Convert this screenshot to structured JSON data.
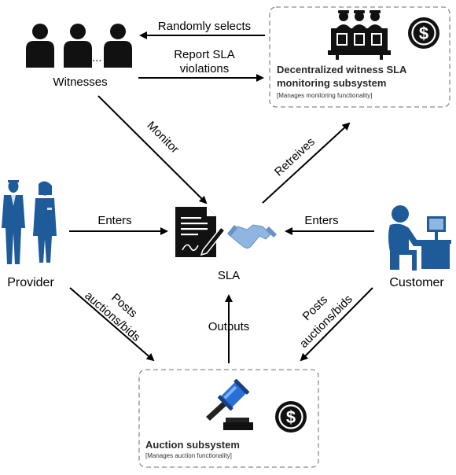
{
  "nodes": {
    "witnesses": "Witnesses",
    "witness_ellipsis": "...",
    "provider": "Provider",
    "customer": "Customer",
    "sla": "SLA"
  },
  "witness_subsystem": {
    "title_line1": "Decentralized witness SLA",
    "title_line2": "monitoring subsystem",
    "subtitle": "[Manages monitoring functionality]"
  },
  "auction_subsystem": {
    "title": "Auction subsystem",
    "subtitle": "[Manages auction functionality]"
  },
  "edges": {
    "randomly_selects": "Randomly selects",
    "report_line1": "Report SLA",
    "report_line2": "violations",
    "monitor": "Monitor",
    "retrieves": "Retreives",
    "enters_provider": "Enters",
    "enters_customer": "Enters",
    "posts_provider_line1": "Posts",
    "posts_provider_line2": "auctions/bids",
    "posts_customer_line1": "Posts",
    "posts_customer_line2": "auctions/bids",
    "outputs": "Outputs"
  },
  "icons": [
    "person-silhouette-icon",
    "jury-panel-icon",
    "dollar-coin-icon",
    "business-people-icon",
    "computer-user-icon",
    "contract-document-icon",
    "handshake-icon",
    "gavel-icon"
  ],
  "colors": {
    "blue": "#1f5b98",
    "light_blue": "#8fb6e0",
    "gavel_blue": "#2a6fd6",
    "dark": "#111111",
    "dash": "#8a8a8a"
  }
}
